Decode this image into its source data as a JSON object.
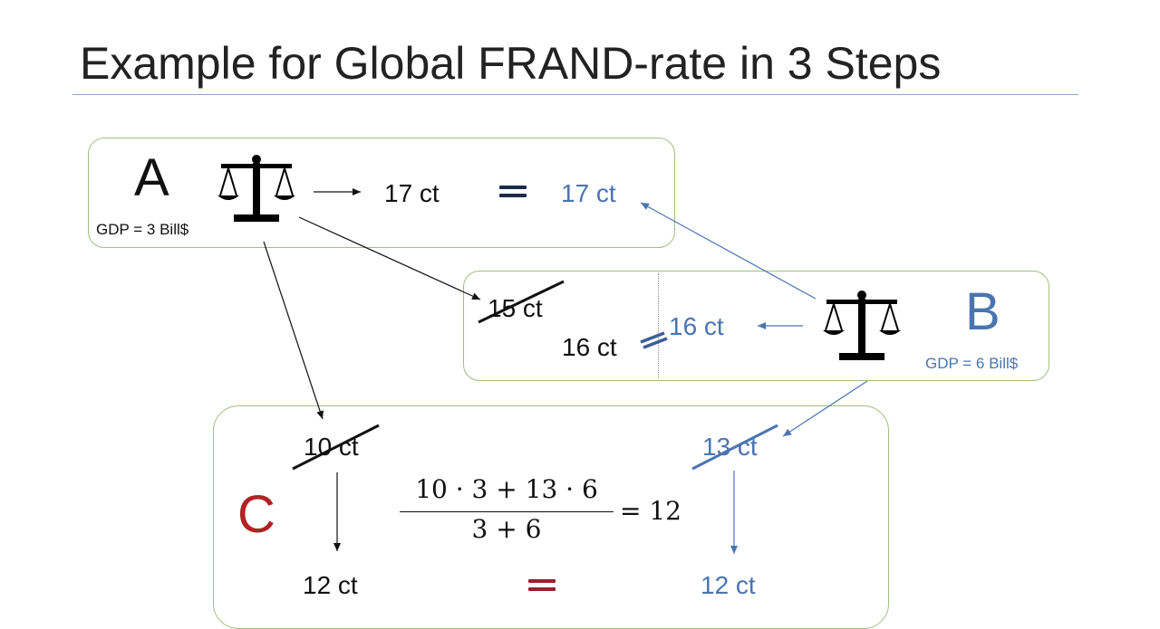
{
  "title": "Example for Global FRAND-rate in 3 Steps",
  "country_a": {
    "label": "A",
    "gdp": "GDP = 3 Bill$",
    "rate": "17 ct",
    "rate_result": "17 ct"
  },
  "country_b": {
    "label": "B",
    "gdp": "GDP = 6 Bill$",
    "rate_old": "15 ct",
    "rate_left": "16 ct",
    "rate_right": "16 ct"
  },
  "country_c": {
    "label": "C",
    "rate_old_a": "10 ct",
    "rate_old_b": "13 ct",
    "formula_numerator": "10 · 3 + 13 · 6",
    "formula_denominator": "3 + 6",
    "formula_result": "= 12",
    "rate_result_left": "12 ct",
    "rate_result_right": "12 ct"
  },
  "colors": {
    "black_text": "#111111",
    "blue_text": "#4a74b0",
    "red_accent": "#b22222",
    "box_border": "#9fbf7f",
    "title_rule": "#8fa9c8"
  },
  "icons": [
    "scales-icon-a",
    "scales-icon-b"
  ]
}
